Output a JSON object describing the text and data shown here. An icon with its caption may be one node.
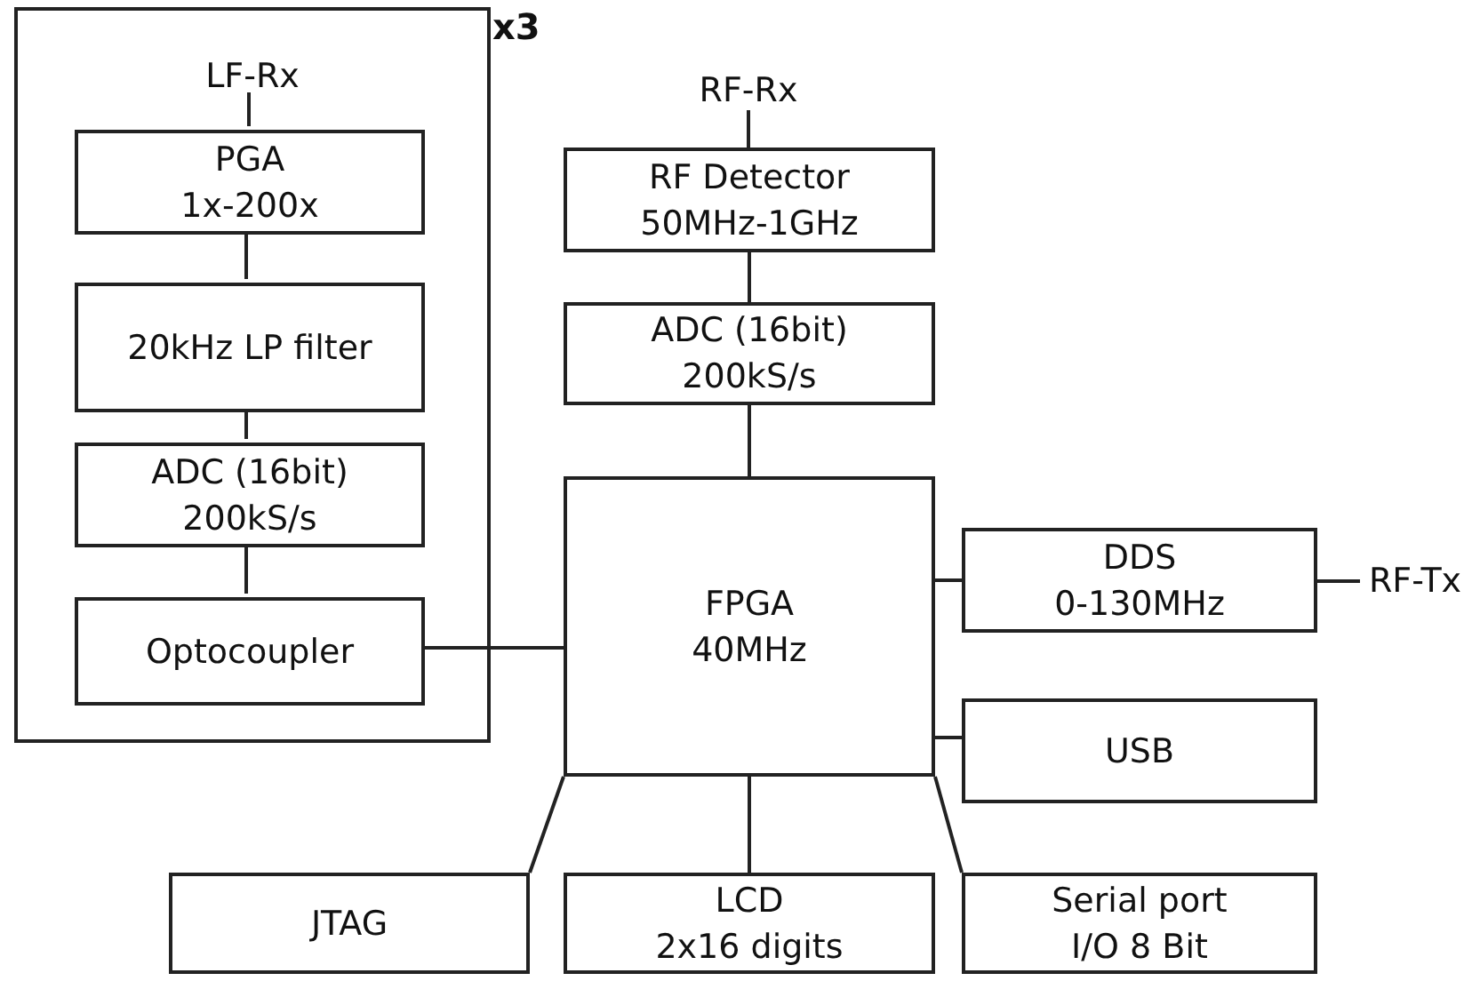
{
  "diagram": {
    "nodes": [
      {
        "text": [],
        "shape": "box",
        "beside": [
          "x3"
        ]
      },
      {
        "text": [
          "LF-Rx"
        ],
        "in": 0
      },
      {
        "text": [
          "PGA",
          "1x-200x"
        ],
        "in": 0
      },
      {
        "text": [
          "20kHz LP filter"
        ],
        "in": 0
      },
      {
        "text": [
          "ADC (16bit)",
          "200kS/s"
        ],
        "in": 0
      },
      {
        "text": [
          "Optocoupler"
        ],
        "in": 0
      },
      {
        "text": [
          "RF-Rx"
        ]
      },
      {
        "text": [
          "RF Detector",
          "50MHz-1GHz"
        ]
      },
      {
        "text": [
          "ADC (16bit)",
          "200kS/s"
        ]
      },
      {
        "text": [
          "FPGA",
          "40MHz"
        ]
      },
      {
        "text": [
          "DDS",
          "0-130MHz"
        ]
      },
      {
        "text": [
          "RF-Tx"
        ]
      },
      {
        "text": [
          "USB"
        ]
      },
      {
        "text": [
          "JTAG"
        ]
      },
      {
        "text": [
          "LCD",
          "2x16 digits"
        ]
      },
      {
        "text": [
          "Serial port",
          "I/O 8 Bit"
        ]
      }
    ],
    "edges": [
      {
        "from": 1,
        "to": 2,
        "arrow": "none"
      },
      {
        "from": 2,
        "to": 3,
        "arrow": "none"
      },
      {
        "from": 3,
        "to": 4,
        "arrow": "none"
      },
      {
        "from": 4,
        "to": 5,
        "arrow": "none"
      },
      {
        "from": 5,
        "to": 9,
        "arrow": "none"
      },
      {
        "from": 6,
        "to": 7,
        "arrow": "none"
      },
      {
        "from": 7,
        "to": 8,
        "arrow": "none"
      },
      {
        "from": 8,
        "to": 9,
        "arrow": "none"
      },
      {
        "from": 9,
        "to": 10,
        "arrow": "none"
      },
      {
        "from": 10,
        "to": 11,
        "arrow": "none"
      },
      {
        "from": 9,
        "to": 12,
        "arrow": "none"
      },
      {
        "from": 9,
        "to": 13,
        "arrow": "none"
      },
      {
        "from": 9,
        "to": 14,
        "arrow": "none"
      },
      {
        "from": 9,
        "to": 15,
        "arrow": "none"
      }
    ]
  }
}
